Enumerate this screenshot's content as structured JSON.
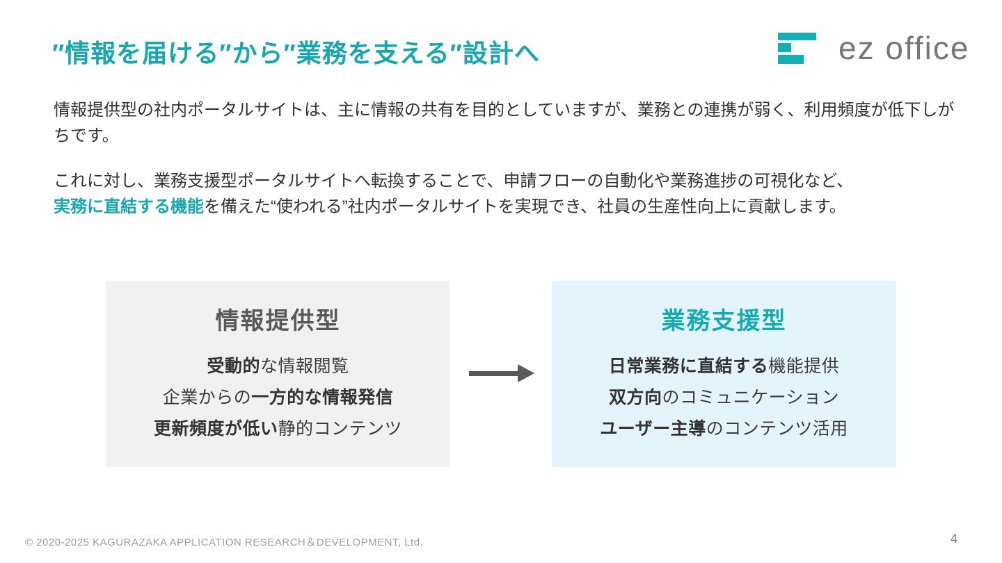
{
  "header": {
    "title": "″情報を届ける″から″業務を支える″設計へ",
    "logo_text": "ez office"
  },
  "intro": {
    "paragraph1": "情報提供型の社内ポータルサイトは、主に情報の共有を目的としていますが、業務との連携が弱く、利用頻度が低下しがちです。",
    "paragraph2_line1": "これに対し、業務支援型ポータルサイトへ転換することで、申請フローの自動化や業務進捗の可視化など、",
    "paragraph2_highlight": "実務に直結する機能",
    "paragraph2_rest": "を備えた“使われる”社内ポータルサイトを実現でき、社員の生産性向上に貢献します。"
  },
  "comparison": {
    "left": {
      "title": "情報提供型",
      "items": [
        {
          "pre": "",
          "bold": "受動的",
          "post": "な情報閲覧"
        },
        {
          "pre": "企業からの",
          "bold": "一方的な情報発信",
          "post": ""
        },
        {
          "pre": "",
          "bold": "更新頻度が低い",
          "post": "静的コンテンツ"
        }
      ]
    },
    "right": {
      "title": "業務支援型",
      "items": [
        {
          "pre": "",
          "bold": "日常業務に直結する",
          "post": "機能提供"
        },
        {
          "pre": "",
          "bold": "双方向",
          "post": "のコミュニケーション"
        },
        {
          "pre": "",
          "bold": "ユーザー主導",
          "post": "のコンテンツ活用"
        }
      ]
    }
  },
  "footer": {
    "copyright": "© 2020-2025 KAGURAZAKA APPLICATION RESEARCH＆DEVELOPMENT, Ltd.",
    "page_number": "4"
  },
  "colors": {
    "brand_teal": "#17A7AF",
    "logo_bar_teal": "#14AEB5",
    "body_text": "#333333",
    "left_box_bg": "#F1F1F1",
    "left_box_title": "#595959",
    "right_box_bg": "#E3F4FC",
    "right_box_title": "#14ABB3",
    "arrow_gray": "#595959",
    "footer_gray": "#9E9E9E"
  }
}
